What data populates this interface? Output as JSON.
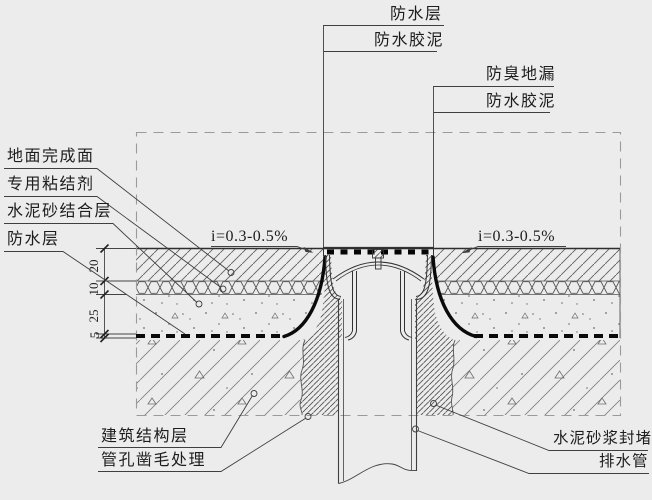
{
  "page": {
    "background_color": "#ececec",
    "line_color": "#3f3f3f",
    "membrane_color": "#0a0a0a",
    "border_dash_color": "#9a9a9a",
    "text_color": "#1d1d1d"
  },
  "labels": {
    "waterproof_layer_top": "防水层",
    "waterproof_mastic_top": "防水胶泥",
    "deodorant_floor_drain": "防臭地漏",
    "waterproof_mastic_right": "防水胶泥",
    "floor_finish_surface": "地面完成面",
    "special_adhesive": "专用粘结剂",
    "cement_sand_bonding_layer": "水泥砂结合层",
    "waterproof_layer_left": "防水层",
    "building_structure_layer": "建筑结构层",
    "pipe_hole_roughening": "管孔凿毛处理",
    "cement_mortar_sealing": "水泥砂浆封堵",
    "drain_pipe": "排水管",
    "slope_left": "i=0.3-0.5%",
    "slope_right": "i=0.3-0.5%"
  },
  "dimensions": {
    "finish_thickness": "20",
    "bonding_thickness": "10",
    "screed_thickness": "25",
    "membrane_thickness": "5"
  }
}
